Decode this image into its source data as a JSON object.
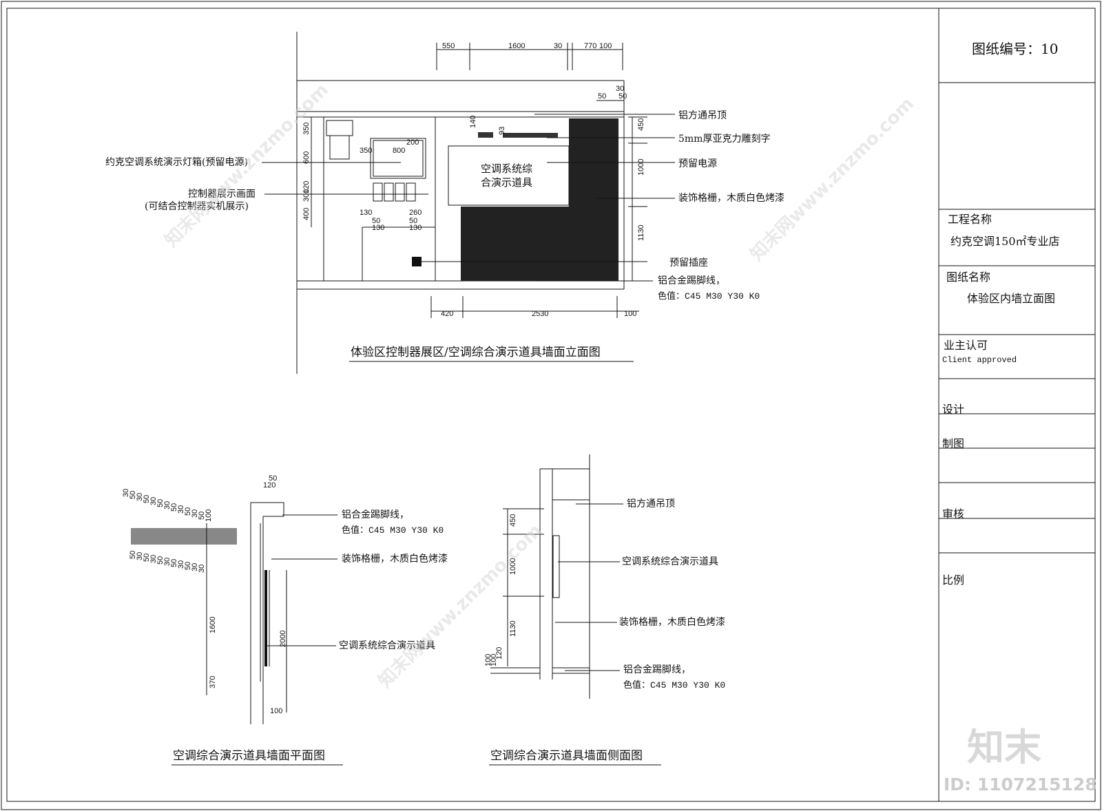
{
  "title_block": {
    "drawing_no": "图纸编号：10",
    "project_label": "工程名称",
    "project_value": "约克空调150㎡专业店",
    "drawing_name_label": "图纸名称",
    "drawing_name_value": "体验区内墙立面图",
    "owner_label": "业主认可",
    "owner_label_en": "Client approved",
    "design_label": "设计",
    "draft_label": "制图",
    "review_label": "审核",
    "scale_label": "比例"
  },
  "elevation": {
    "title": "体验区控制器展区/空调综合演示道具墙面立面图",
    "top_dims": [
      "550",
      "1600",
      "30",
      "770",
      "100"
    ],
    "top_small_dims": [
      "50",
      "30",
      "50"
    ],
    "bottom_dims": [
      "420",
      "2530",
      "100"
    ],
    "right_dims": [
      "450",
      "1000",
      "1130"
    ],
    "left_dims": [
      "350",
      "600",
      "120",
      "300",
      "400"
    ],
    "inner_dims": [
      "350",
      "800",
      "200",
      "130",
      "260",
      "50",
      "50",
      "130",
      "130",
      "140",
      "93"
    ],
    "center_box_line1": "空调系统综",
    "center_box_line2": "合演示道具",
    "labels_left": [
      "约克空调系统演示灯箱(预留电源)",
      "控制器展示画面",
      "(可结合控制器实机展示)"
    ],
    "labels_right": [
      "铝方通吊顶",
      "5mm厚亚克力雕刻字",
      "预留电源",
      "装饰格栅，木质白色烤漆",
      "预留插座",
      "铝合金踢脚线，",
      "色值：C45 M30 Y30 K0"
    ]
  },
  "plan": {
    "title": "空调综合演示道具墙面平面图",
    "dims_vertical": [
      "1600",
      "370",
      "2000"
    ],
    "dims_top": [
      "50",
      "120"
    ],
    "dims_bottom": [
      "100"
    ],
    "stack_dims_upper": [
      "100",
      "50",
      "30",
      "50",
      "30",
      "50",
      "30",
      "50",
      "30",
      "50",
      "30",
      "50",
      "30"
    ],
    "stack_dims_lower": [
      "50",
      "30",
      "50",
      "30",
      "50",
      "30",
      "50",
      "30",
      "50",
      "30",
      "30"
    ],
    "labels": [
      "铝合金踢脚线，",
      "色值：C45 M30 Y30 K0",
      "装饰格栅，木质白色烤漆",
      "空调系统综合演示道具"
    ]
  },
  "side": {
    "title": "空调综合演示道具墙面侧面图",
    "dims": [
      "450",
      "1000",
      "1130",
      "100",
      "100",
      "120"
    ],
    "labels": [
      "铝方通吊顶",
      "空调系统综合演示道具",
      "装饰格栅，木质白色烤漆",
      "铝合金踢脚线，",
      "色值：C45 M30 Y30 K0"
    ]
  },
  "watermark": {
    "brand": "知末",
    "id_text": "ID: 1107215128",
    "site": "知末网www.znzmo.com"
  }
}
